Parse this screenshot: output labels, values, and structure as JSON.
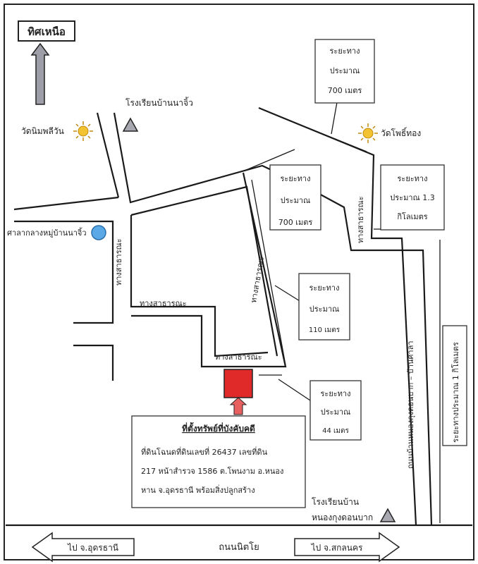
{
  "north": {
    "label": "ทิศเหนือ"
  },
  "landmarks": {
    "temple_left": "วัดนิมพลีวัน",
    "temple_right": "วัดโพธิ์ทอง",
    "school_top": "โรงเรียนบ้านนาจิ้ว",
    "hall": "ศาลากลางหมู่บ้านนาจิ้ว",
    "school_bottom": [
      "โรงเรียนบ้าน",
      "หนองกุงดอนบาก"
    ]
  },
  "roads": {
    "public_way": "ทางสาธารณะ",
    "main_road": "ถนนนิตโย",
    "side_road": "ถนนบ้านหนองกุงดอนบาก – บ้านศาลา"
  },
  "distance_boxes": {
    "top": [
      "ระยะทาง",
      "ประมาณ",
      "700 เมตร"
    ],
    "right": [
      "ระยะทาง",
      "ประมาณ 1.3",
      "กิโลเมตร"
    ],
    "middle": [
      "ระยะทาง",
      "ประมาณ",
      "700 เมตร"
    ],
    "lower": [
      "ระยะทาง",
      "ประมาณ",
      "110 เมตร"
    ],
    "bottom": [
      "ระยะทาง",
      "ประมาณ",
      "44 เมตร"
    ],
    "vertical": "ระยะทางประมาณ 1 กิโลเมตร"
  },
  "property": {
    "title": "ที่ตั้งทรัพย์ที่บังคับคดี",
    "lines": [
      "ที่ดินโฉนดที่ดินเลขที่ 26437  เลขที่ดิน",
      "217 หน้าสำรวจ 1586 ต.โพนงาม อ.หนอง",
      "หาน  จ.อุดรธานี  พร้อมสิ่งปลูกสร้าง"
    ],
    "marker_color": "#e02a2a"
  },
  "directions": {
    "left": "ไป จ.อุดรธานี",
    "right": "ไป จ.สกลนคร"
  },
  "icons": {
    "temple": "sun-icon",
    "school": "triangle-icon",
    "hall": "circle-icon",
    "north_arrow": "up-arrow-icon"
  },
  "colors": {
    "property_marker": "#e02a2a",
    "hall_circle": "#5aa8e6",
    "temple_sun": "#f2c230",
    "north_arrow": "#9e9ea8"
  }
}
